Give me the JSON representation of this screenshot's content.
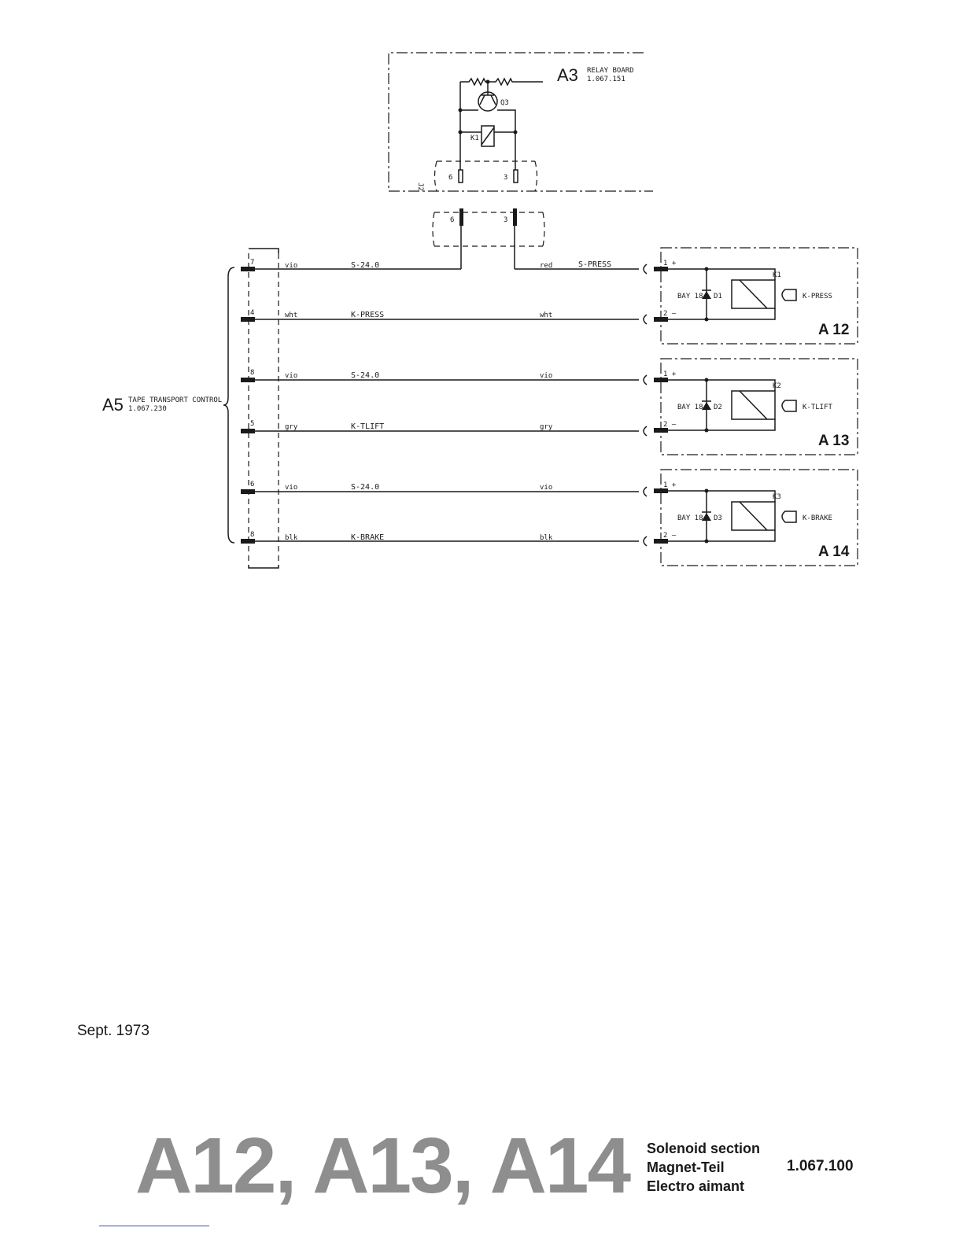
{
  "relay_board": {
    "ref": "A3",
    "name": "RELAY BOARD",
    "part": "1.067.151",
    "transistor": "Q3",
    "relay": "K1",
    "connector": "J2",
    "pin_a": "6",
    "pin_b": "3"
  },
  "plug": {
    "pin_a": "6",
    "pin_b": "3"
  },
  "tape_transport": {
    "ref": "A5",
    "name": "TAPE TRANSPORT CONTROL",
    "part": "1.067.230"
  },
  "wires": [
    {
      "pin": "7",
      "color_left": "vio",
      "signal": "S-24.0",
      "color_right": "red",
      "signal_right": "S-PRESS"
    },
    {
      "pin": "4",
      "color_left": "wht",
      "signal": "K-PRESS",
      "color_right": "wht"
    },
    {
      "pin": "8",
      "color_left": "vio",
      "signal": "S-24.0",
      "color_right": "vio"
    },
    {
      "pin": "5",
      "color_left": "gry",
      "signal": "K-TLIFT",
      "color_right": "gry"
    },
    {
      "pin": "6",
      "color_left": "vio",
      "signal": "S-24.0",
      "color_right": "vio"
    },
    {
      "pin": "8",
      "color_left": "blk",
      "signal": "K-BRAKE",
      "color_right": "blk"
    }
  ],
  "solenoids": [
    {
      "ref": "A 12",
      "relay": "K1",
      "signal": "K-PRESS",
      "diode": "D1",
      "diode_type": "BAY 18",
      "pin_plus": "1 +",
      "pin_minus": "2 –"
    },
    {
      "ref": "A 13",
      "relay": "K2",
      "signal": "K-TLIFT",
      "diode": "D2",
      "diode_type": "BAY 18",
      "pin_plus": "1 +",
      "pin_minus": "2 –"
    },
    {
      "ref": "A 14",
      "relay": "K3",
      "signal": "K-BRAKE",
      "diode": "D3",
      "diode_type": "BAY 18",
      "pin_plus": "1 +",
      "pin_minus": "2 –"
    }
  ],
  "date": "Sept. 1973",
  "footer": {
    "title": "A12, A13, A14",
    "desc_en": "Solenoid section",
    "desc_de": "Magnet-Teil",
    "desc_fr": "Electro aimant",
    "number": "1.067.100"
  }
}
